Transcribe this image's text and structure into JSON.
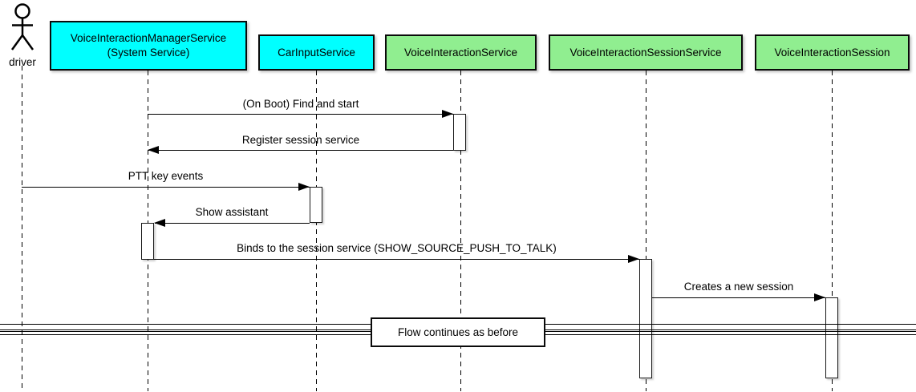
{
  "actor": {
    "label": "driver"
  },
  "participants": [
    {
      "label": "VoiceInteractionManagerService\n(System Service)",
      "color": "#00FFFF"
    },
    {
      "label": "CarInputService",
      "color": "#00FFFF"
    },
    {
      "label": "VoiceInteractionService",
      "color": "#90EE90"
    },
    {
      "label": "VoiceInteractionSessionService",
      "color": "#90EE90"
    },
    {
      "label": "VoiceInteractionSession",
      "color": "#90EE90"
    }
  ],
  "messages": [
    {
      "label": "(On Boot) Find and start",
      "from": "VoiceInteractionManagerService",
      "to": "VoiceInteractionService",
      "direction": "right"
    },
    {
      "label": "Register session service",
      "from": "VoiceInteractionService",
      "to": "VoiceInteractionManagerService",
      "direction": "left"
    },
    {
      "label": "PTT key events",
      "from": "driver",
      "to": "CarInputService",
      "direction": "right"
    },
    {
      "label": "Show assistant",
      "from": "CarInputService",
      "to": "VoiceInteractionManagerService",
      "direction": "left"
    },
    {
      "label": "Binds to the session service (SHOW_SOURCE_PUSH_TO_TALK)",
      "from": "VoiceInteractionManagerService",
      "to": "VoiceInteractionSessionService",
      "direction": "right"
    },
    {
      "label": "Creates a new session",
      "from": "VoiceInteractionSessionService",
      "to": "VoiceInteractionSession",
      "direction": "right"
    }
  ],
  "divider": {
    "label": "Flow continues as before"
  },
  "colors": {
    "participant_cyan": "#00FFFF",
    "participant_green": "#90EE90",
    "line": "#000000",
    "background": "#FFFFFF"
  }
}
